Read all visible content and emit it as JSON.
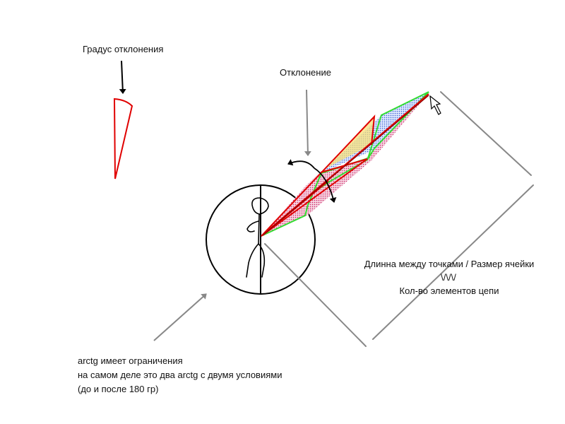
{
  "labels": {
    "deviation_degree": "Градус отклонения",
    "deviation": "Отклонение",
    "distance_line1": "Длинна между точками / Размер ячейки",
    "distance_line2": "\\/\\/\\/",
    "distance_line3": "Кол-во элементов цепи",
    "arctg_line1": "arctg имеет ограничения",
    "arctg_line2": "на самом деле это два arctg с двумя условиями",
    "arctg_line3": "(до и после 180 гр)"
  },
  "colors": {
    "red": "#e00000",
    "green": "#33dd33",
    "yellow_fill": "#f7e07a",
    "blue_dots": "#3a5fd0",
    "pink_dots": "#cc2266",
    "gray": "#888888",
    "black": "#000000"
  }
}
